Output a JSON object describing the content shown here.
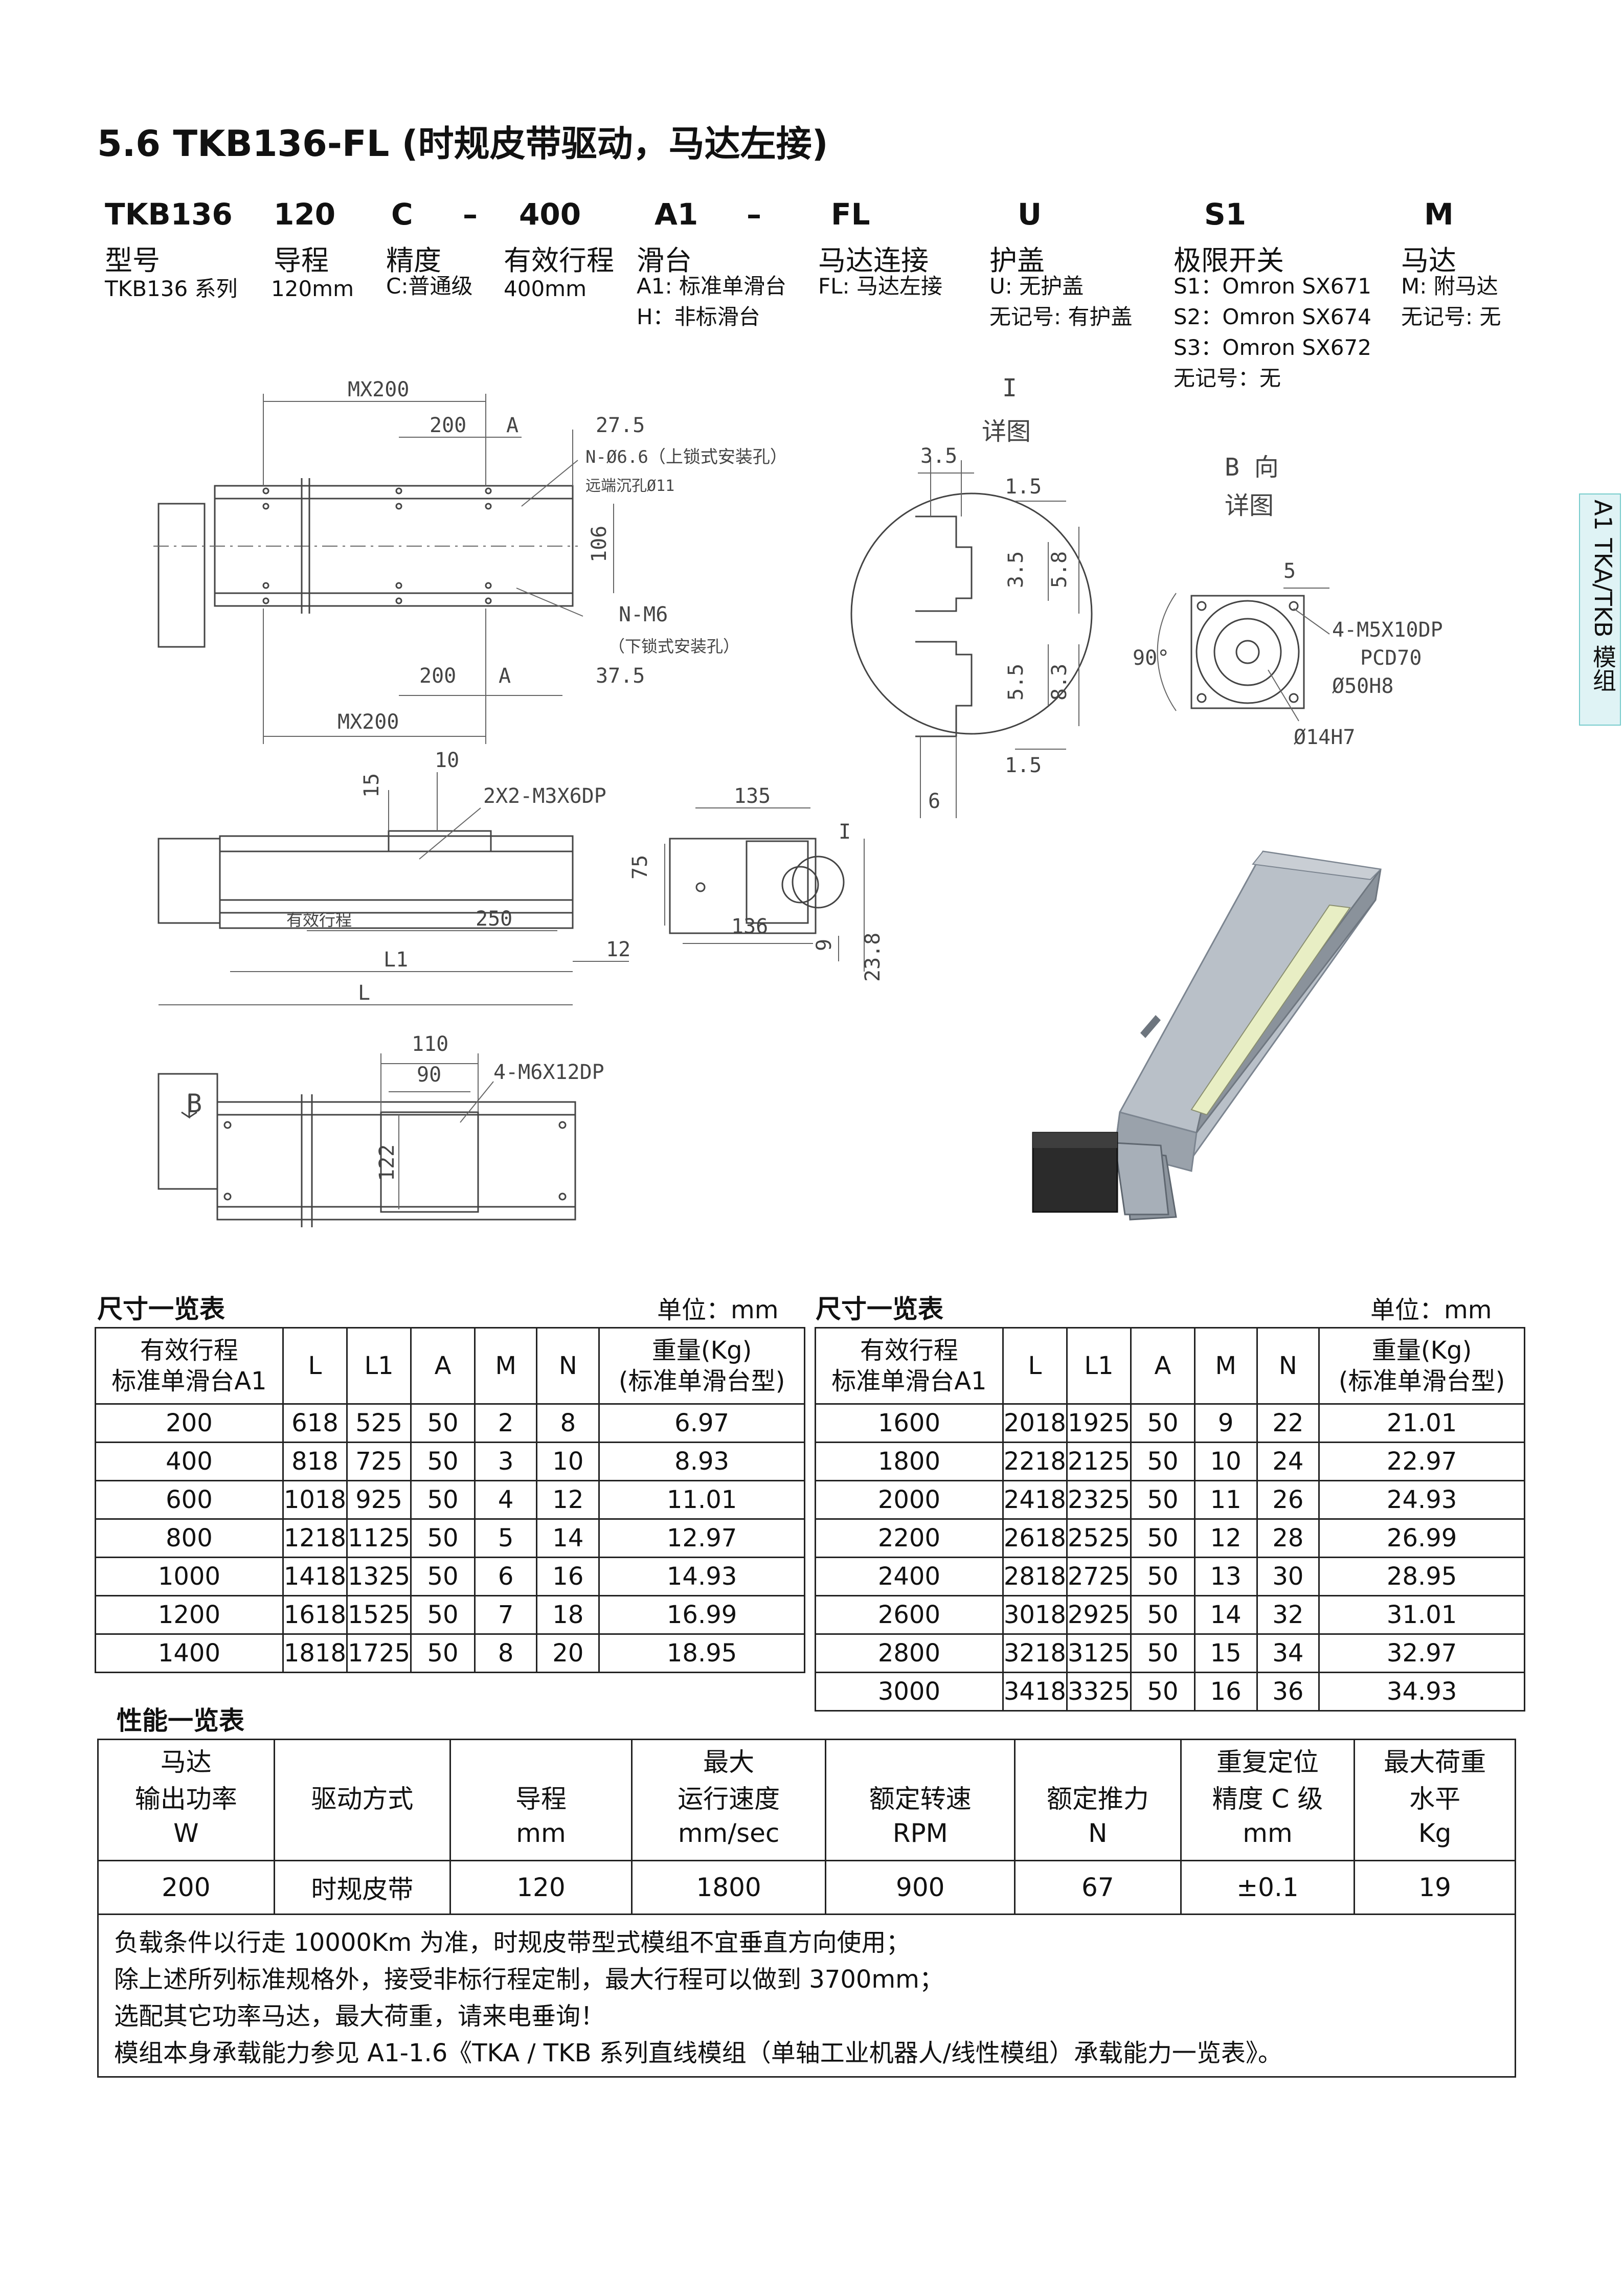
{
  "title": "5.6 TKB136-FL (时规皮带驱动，马达左接)",
  "model_code": {
    "parts": [
      "TKB136",
      "120",
      "C",
      "–",
      "400",
      "A1",
      "–",
      "FL",
      "U",
      "S1",
      "M"
    ],
    "names": [
      "型号",
      "导程",
      "精度",
      "有效行程",
      "滑台",
      "马达连接",
      "护盖",
      "极限开关",
      "马达"
    ],
    "desc": {
      "model": [
        "TKB136 系列"
      ],
      "lead": [
        "120mm"
      ],
      "precision": [
        "C:普通级"
      ],
      "stroke": [
        "400mm"
      ],
      "slide": [
        "A1: 标准单滑台",
        "H：非标滑台"
      ],
      "motor_conn": [
        "FL: 马达左接"
      ],
      "cover": [
        "U: 无护盖",
        "无记号: 有护盖"
      ],
      "limit": [
        "S1：Omron SX671",
        "S2：Omron SX674",
        "S3：Omron SX672",
        "无记号：无"
      ],
      "motor": [
        "M: 附马达",
        "无记号: 无"
      ]
    }
  },
  "side_tab": "A1 TKA/TKB 模组",
  "drawing": {
    "top_view": {
      "mx200_top": "MX200",
      "d200": "200",
      "dA": "A",
      "d27_5": "27.5",
      "hole_top": "N-Ø6.6（上锁式安装孔）",
      "hole_top2": "远端沉孔Ø11",
      "d106": "106",
      "hole_bot": "N-M6",
      "hole_bot2": "（下锁式安装孔）",
      "d200b": "200",
      "dAb": "A",
      "d37_5": "37.5",
      "mx200_bot": "MX200"
    },
    "detail_i": {
      "label": "I",
      "label2": "详图",
      "d3_5": "3.5",
      "d1_5": "1.5",
      "d3_5b": "3.5",
      "d5_8": "5.8",
      "d5_5": "5.5",
      "d8_3": "8.3",
      "d1_5b": "1.5",
      "d6": "6"
    },
    "detail_b": {
      "label": "B 向",
      "label2": "详图",
      "d5": "5",
      "screw": "4-M5X10DP",
      "pcd": "PCD70",
      "bore": "Ø50H8",
      "shaft": "Ø14H7",
      "angle": "90°"
    },
    "side_view": {
      "d15": "15",
      "d10": "10",
      "screw": "2X2-M3X6DP",
      "stroke": "有效行程",
      "d250": "250",
      "L1": "L1",
      "d12": "12",
      "L": "L"
    },
    "end_view": {
      "d135": "135",
      "d75": "75",
      "d136": "136",
      "d9": "9",
      "d23_8": "23.8",
      "label_i": "I"
    },
    "bottom_view": {
      "d110": "110",
      "d90": "90",
      "screw": "4-M6X12DP",
      "d122": "122",
      "label_b": "B"
    }
  },
  "dim_table": {
    "label": "尺寸一览表",
    "unit": "单位：mm",
    "headers": [
      "有效行程\n标准单滑台A1",
      "L",
      "L1",
      "A",
      "M",
      "N",
      "重量(Kg)\n(标准单滑台型)"
    ],
    "left_rows": [
      [
        "200",
        "618",
        "525",
        "50",
        "2",
        "8",
        "6.97"
      ],
      [
        "400",
        "818",
        "725",
        "50",
        "3",
        "10",
        "8.93"
      ],
      [
        "600",
        "1018",
        "925",
        "50",
        "4",
        "12",
        "11.01"
      ],
      [
        "800",
        "1218",
        "1125",
        "50",
        "5",
        "14",
        "12.97"
      ],
      [
        "1000",
        "1418",
        "1325",
        "50",
        "6",
        "16",
        "14.93"
      ],
      [
        "1200",
        "1618",
        "1525",
        "50",
        "7",
        "18",
        "16.99"
      ],
      [
        "1400",
        "1818",
        "1725",
        "50",
        "8",
        "20",
        "18.95"
      ]
    ],
    "right_rows": [
      [
        "1600",
        "2018",
        "1925",
        "50",
        "9",
        "22",
        "21.01"
      ],
      [
        "1800",
        "2218",
        "2125",
        "50",
        "10",
        "24",
        "22.97"
      ],
      [
        "2000",
        "2418",
        "2325",
        "50",
        "11",
        "26",
        "24.93"
      ],
      [
        "2200",
        "2618",
        "2525",
        "50",
        "12",
        "28",
        "26.99"
      ],
      [
        "2400",
        "2818",
        "2725",
        "50",
        "13",
        "30",
        "28.95"
      ],
      [
        "2600",
        "3018",
        "2925",
        "50",
        "14",
        "32",
        "31.01"
      ],
      [
        "2800",
        "3218",
        "3125",
        "50",
        "15",
        "34",
        "32.97"
      ],
      [
        "3000",
        "3418",
        "3325",
        "50",
        "16",
        "36",
        "34.93"
      ]
    ]
  },
  "perf_table": {
    "label": "性能一览表",
    "headers": [
      "马达\n输出功率",
      "驱动方式",
      "导程",
      "最大\n运行速度",
      "额定转速",
      "额定推力",
      "重复定位\n精度 C 级",
      "最大荷重\n水平"
    ],
    "units": [
      "W",
      "",
      "mm",
      "mm/sec",
      "RPM",
      "N",
      "mm",
      "Kg"
    ],
    "values": [
      "200",
      "时规皮带",
      "120",
      "1800",
      "900",
      "67",
      "±0.1",
      "19"
    ]
  },
  "notes": [
    "负载条件以行走 10000Km 为准，时规皮带型式模组不宜垂直方向使用；",
    "除上述所列标准规格外，接受非标行程定制，最大行程可以做到 3700mm；",
    "选配其它功率马达，最大荷重，请来电垂询！",
    "模组本身承载能力参见 A1-1.6《TKA / TKB 系列直线模组（单轴工业机器人/线性模组）承载能力一览表》。"
  ]
}
